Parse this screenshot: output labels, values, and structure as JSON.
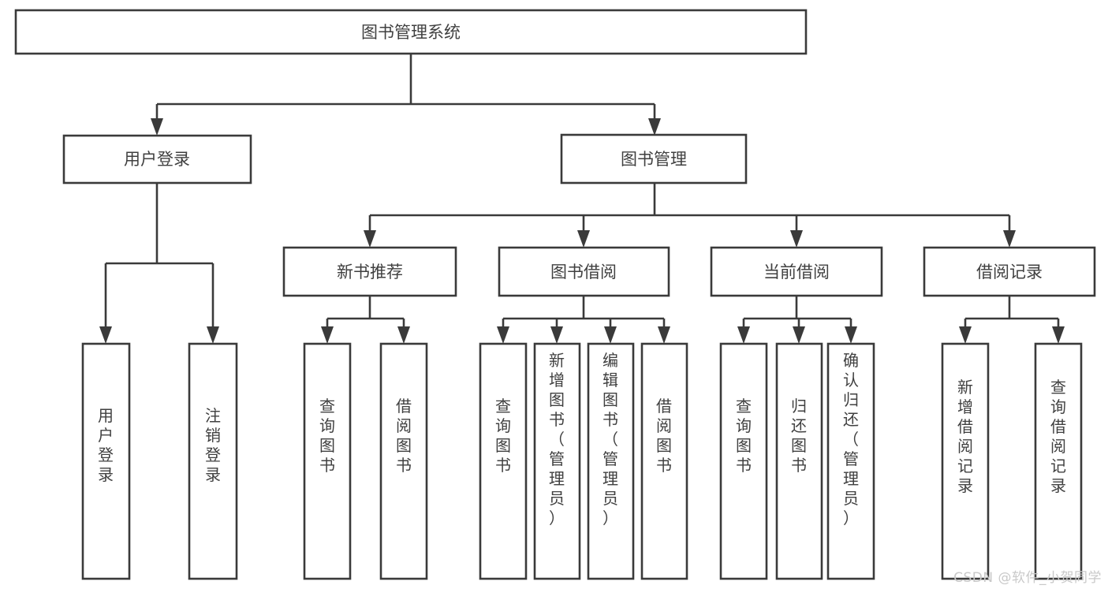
{
  "diagram": {
    "title": "图书管理系统",
    "watermark": "CSDN @软件_小贺同学",
    "colors": {
      "stroke": "#3a3a3a",
      "box_fill": "#ffffff",
      "text": "#404040",
      "background": "#ffffff",
      "watermark": "#c9c9c9"
    },
    "nodes": {
      "root": {
        "label": "图书管理系统"
      },
      "level2": [
        {
          "id": "user-login",
          "label": "用户登录"
        },
        {
          "id": "book-management",
          "label": "图书管理"
        }
      ],
      "level3": [
        {
          "id": "new-book-recommend",
          "label": "新书推荐"
        },
        {
          "id": "book-borrow",
          "label": "图书借阅"
        },
        {
          "id": "current-borrow",
          "label": "当前借阅"
        },
        {
          "id": "borrow-record",
          "label": "借阅记录"
        }
      ],
      "leaves": {
        "user-login": [
          {
            "id": "leaf-user-login",
            "label": "用户登录"
          },
          {
            "id": "leaf-logout-login",
            "label": "注销登录"
          }
        ],
        "new-book-recommend": [
          {
            "id": "leaf-query-book-1",
            "label": "查询图书"
          },
          {
            "id": "leaf-borrow-book-1",
            "label": "借阅图书"
          }
        ],
        "book-borrow": [
          {
            "id": "leaf-query-book-2",
            "label": "查询图书"
          },
          {
            "id": "leaf-add-book",
            "label": "新增图书（管理员）"
          },
          {
            "id": "leaf-edit-book",
            "label": "编辑图书（管理员）"
          },
          {
            "id": "leaf-borrow-book-2",
            "label": "借阅图书"
          }
        ],
        "current-borrow": [
          {
            "id": "leaf-query-book-3",
            "label": "查询图书"
          },
          {
            "id": "leaf-return-book",
            "label": "归还图书"
          },
          {
            "id": "leaf-confirm-return",
            "label": "确认归还（管理员）"
          }
        ],
        "borrow-record": [
          {
            "id": "leaf-add-record",
            "label": "新增借阅记录"
          },
          {
            "id": "leaf-query-record",
            "label": "查询借阅记录"
          }
        ]
      }
    }
  }
}
